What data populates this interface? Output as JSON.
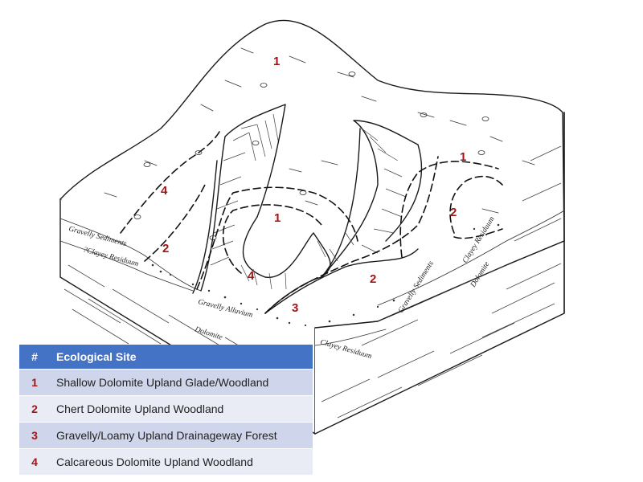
{
  "diagram": {
    "site_markers": [
      "1",
      "1",
      "1",
      "2",
      "2",
      "2",
      "3",
      "4",
      "4"
    ],
    "geology_labels": {
      "gravelly_sediments_left": "Gravelly Sediments",
      "clayey_residuum_left": "?Clayey Residuum",
      "gravelly_alluvium": "Gravelly Alluvium",
      "dolomite_front": "Dolomite",
      "clayey_residuum_front": "Clayey Residuum",
      "gravelly_sediments_right": "Gravelly Sediments",
      "clayey_residuum_right": "Clayey Residuum",
      "dolomite_right": "Dolomite"
    }
  },
  "legend": {
    "header_num": "#",
    "header_title": "Ecological Site",
    "rows": [
      {
        "num": "1",
        "name": "Shallow Dolomite Upland Glade/Woodland"
      },
      {
        "num": "2",
        "name": "Chert Dolomite Upland Woodland"
      },
      {
        "num": "3",
        "name": "Gravelly/Loamy Upland Drainageway Forest"
      },
      {
        "num": "4",
        "name": "Calcareous Dolomite Upland Woodland"
      }
    ],
    "colors": {
      "header": "#4472c4",
      "row_odd": "#cfd5ea",
      "row_even": "#e9ebf5",
      "number": "#a31515"
    }
  }
}
